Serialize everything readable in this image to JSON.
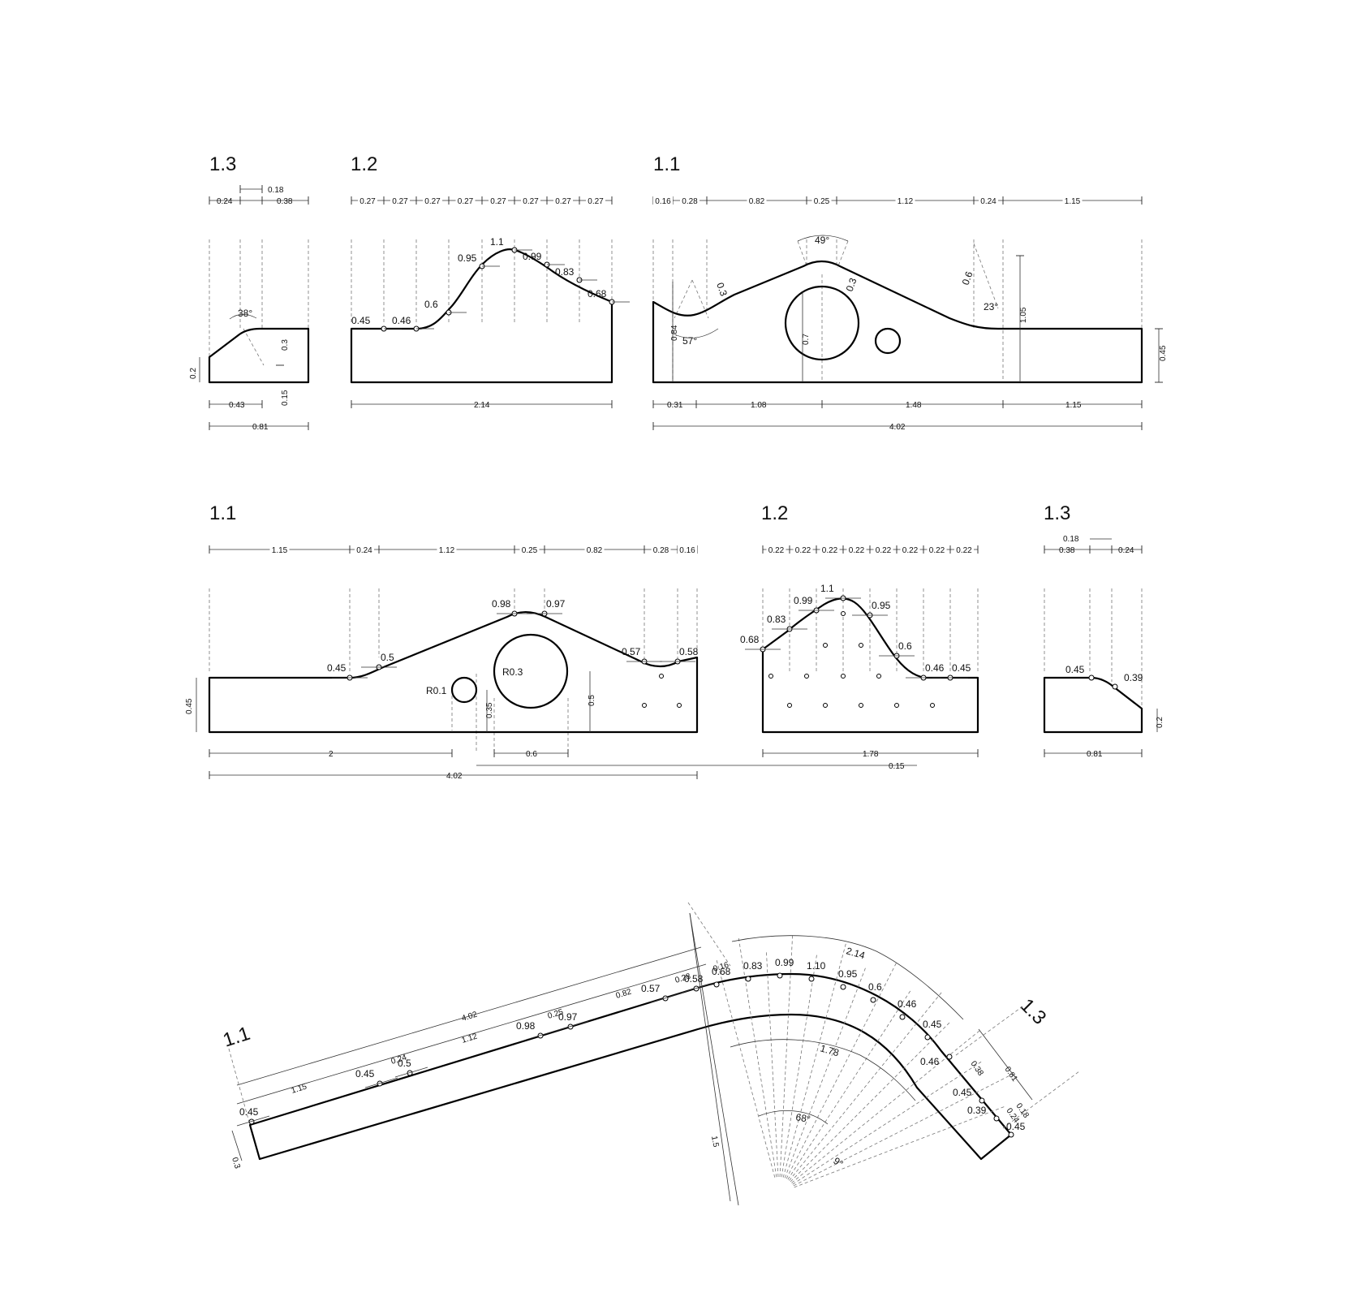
{
  "sections": {
    "top_13": "1.3",
    "top_12": "1.2",
    "top_11": "1.1",
    "mid_11": "1.1",
    "mid_12": "1.2",
    "mid_13": "1.3",
    "plan_11": "1.1",
    "plan_13": "1.3"
  },
  "top_13": {
    "top_dims": [
      "0.24",
      "0.18",
      "0.38"
    ],
    "angle": "38°",
    "h_03": "0.3",
    "h_015": "0.15",
    "h_02": "0.2",
    "bottom_043": "0.43",
    "bottom_081": "0.81"
  },
  "top_12": {
    "top_dims": [
      "0.27",
      "0.27",
      "0.27",
      "0.27",
      "0.27",
      "0.27",
      "0.27",
      "0.27"
    ],
    "heights": [
      "0.45",
      "0.46",
      "0.6",
      "0.95",
      "1.1",
      "0.99",
      "0.83",
      "0.68"
    ],
    "bottom": "2.14"
  },
  "top_11": {
    "top_dims": [
      "0.16",
      "0.28",
      "0.82",
      "0.25",
      "1.12",
      "0.24",
      "1.15"
    ],
    "angle_49": "49°",
    "angle_57": "57°",
    "angle_23": "23°",
    "r03_left": "0.3",
    "r03_mid": "0.3",
    "r06": "0.6",
    "h_084": "0.84",
    "h_07": "0.7",
    "h_105": "1.05",
    "h_045": "0.45",
    "bottom": [
      "0.31",
      "1.08",
      "1.48",
      "1.15"
    ],
    "overall": "4.02"
  },
  "mid_11": {
    "top_dims": [
      "1.15",
      "0.24",
      "1.12",
      "0.25",
      "0.82",
      "0.28",
      "0.16"
    ],
    "heights": [
      "0.45",
      "0.5",
      "0.98",
      "0.97",
      "0.57",
      "0.58"
    ],
    "r01": "R0.1",
    "r03": "R0.3",
    "h_045": "0.45",
    "h_035": "0.35",
    "h_05": "0.5",
    "b_2": "2",
    "b_06": "0.6",
    "b_402": "4.02",
    "b_015": "0.15"
  },
  "mid_12": {
    "top_dims": [
      "0.22",
      "0.22",
      "0.22",
      "0.22",
      "0.22",
      "0.22",
      "0.22",
      "0.22"
    ],
    "heights": [
      "0.68",
      "0.83",
      "0.99",
      "1.1",
      "0.95",
      "0.6",
      "0.46",
      "0.45"
    ],
    "bottom": "1.78"
  },
  "mid_13": {
    "top_dims": [
      "0.38",
      "0.18",
      "0.24"
    ],
    "heights": [
      "0.45",
      "0.39"
    ],
    "h_02": "0.2",
    "bottom": "0.81"
  },
  "plan": {
    "labels_11": [
      "0.45",
      "0.45",
      "0.5",
      "0.98",
      "0.97",
      "0.57",
      "0.58"
    ],
    "labels_12": [
      "0.68",
      "0.83",
      "0.99",
      "1.10",
      "0.95",
      "0.6",
      "0.46",
      "0.45"
    ],
    "labels_13": [
      "0.46",
      "0.45",
      "0.39",
      "0.45"
    ],
    "dims_11": [
      "1.15",
      "0.24",
      "1.12",
      "0.25",
      "0.82",
      "0.28",
      "0.16"
    ],
    "overall_11": "4.02",
    "thick": "0.3",
    "arc_outer": "2.14",
    "arc_inner": "1.78",
    "radius": "1.5",
    "sweep": "68°",
    "step": "9°",
    "dims_13": [
      "0.38",
      "0.81",
      "0.18",
      "0.24"
    ]
  }
}
